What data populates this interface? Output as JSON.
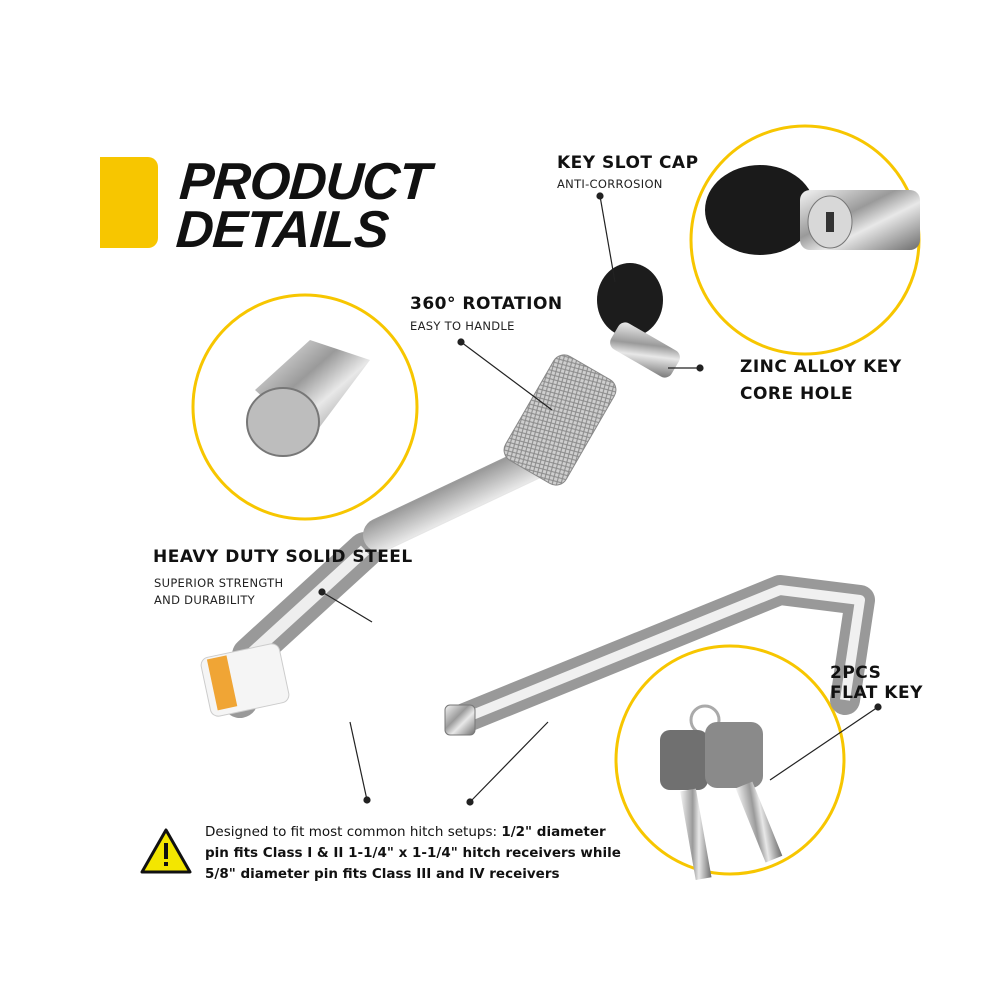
{
  "title": {
    "line1": "PRODUCT",
    "line2": "DETAILS"
  },
  "colors": {
    "accent": "#f7c600",
    "text": "#111111"
  },
  "callouts": {
    "key_slot_cap": {
      "title": "KEY SLOT CAP",
      "sub": "ANTI-CORROSION"
    },
    "rotation": {
      "title": "360° ROTATION",
      "sub": "EASY TO HANDLE"
    },
    "zinc": {
      "title_line1": "ZINC ALLOY KEY",
      "title_line2": "CORE HOLE"
    },
    "steel": {
      "title": "HEAVY DUTY SOLID STEEL",
      "sub_line1": "SUPERIOR STRENGTH",
      "sub_line2": "AND DURABILITY"
    },
    "keys": {
      "title_line1": "2PCS",
      "title_line2": "FLAT KEY"
    }
  },
  "note": {
    "normal": "Designed to fit most common hitch setups: ",
    "bold": "1/2\" diameter pin fits Class I & II 1-1/4\" x 1-1/4\" hitch receivers while 5/8\" diameter pin fits Class III and IV receivers",
    "icon": "warning-icon"
  }
}
